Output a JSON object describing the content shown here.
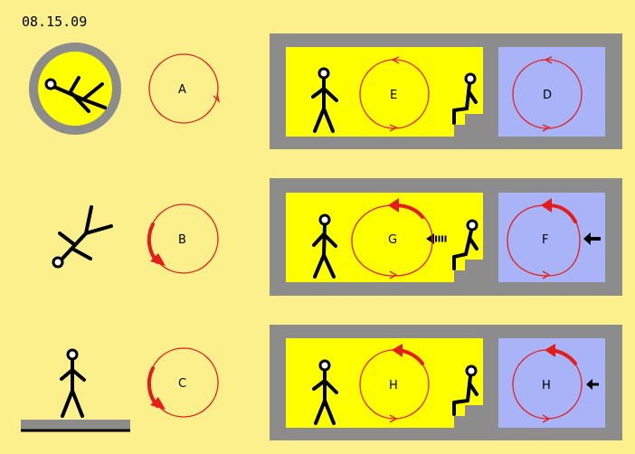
{
  "date": "08.15.09",
  "colors": {
    "background": "#FBF08C",
    "yellow": "#FFFF00",
    "blue": "#A9B4F8",
    "wall": "#8C8C8C",
    "red": "#E51C1C",
    "black": "#000000"
  },
  "labels": {
    "a": "A",
    "b": "B",
    "c": "C",
    "d": "D",
    "e": "E",
    "f": "F",
    "g": "G",
    "h_left": "H",
    "h_right": "H"
  }
}
